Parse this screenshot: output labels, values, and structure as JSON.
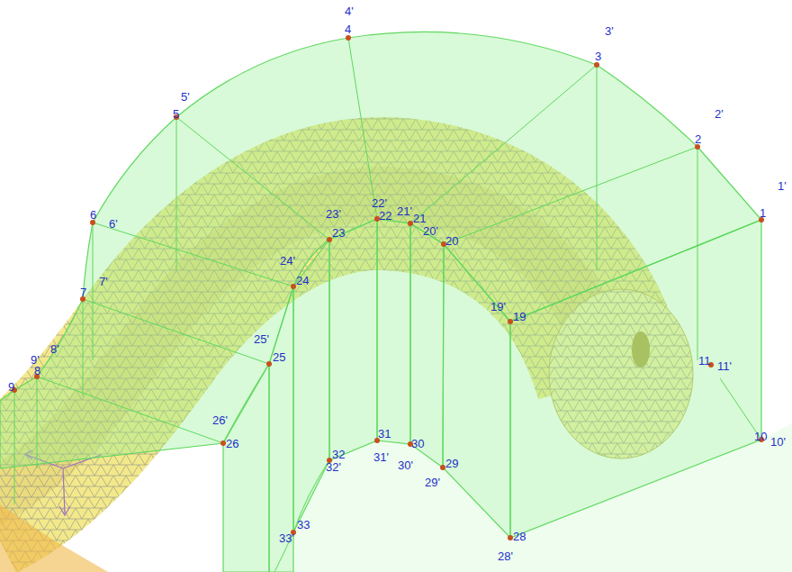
{
  "diagram": {
    "labels": [
      "4'",
      "4",
      "3'",
      "3",
      "5'",
      "5",
      "2'",
      "2",
      "1'",
      "1",
      "6'",
      "6",
      "23'",
      "22'",
      "21'",
      "22",
      "21",
      "23",
      "20'",
      "20",
      "24'",
      "24",
      "7",
      "7'",
      "19'",
      "19",
      "25'",
      "25",
      "9'",
      "8'",
      "9",
      "8",
      "11",
      "11'",
      "26'",
      "26",
      "10",
      "10'",
      "31",
      "30",
      "32",
      "32'",
      "31'",
      "30'",
      "29",
      "29'",
      "33",
      "33'",
      "28",
      "28'"
    ]
  }
}
